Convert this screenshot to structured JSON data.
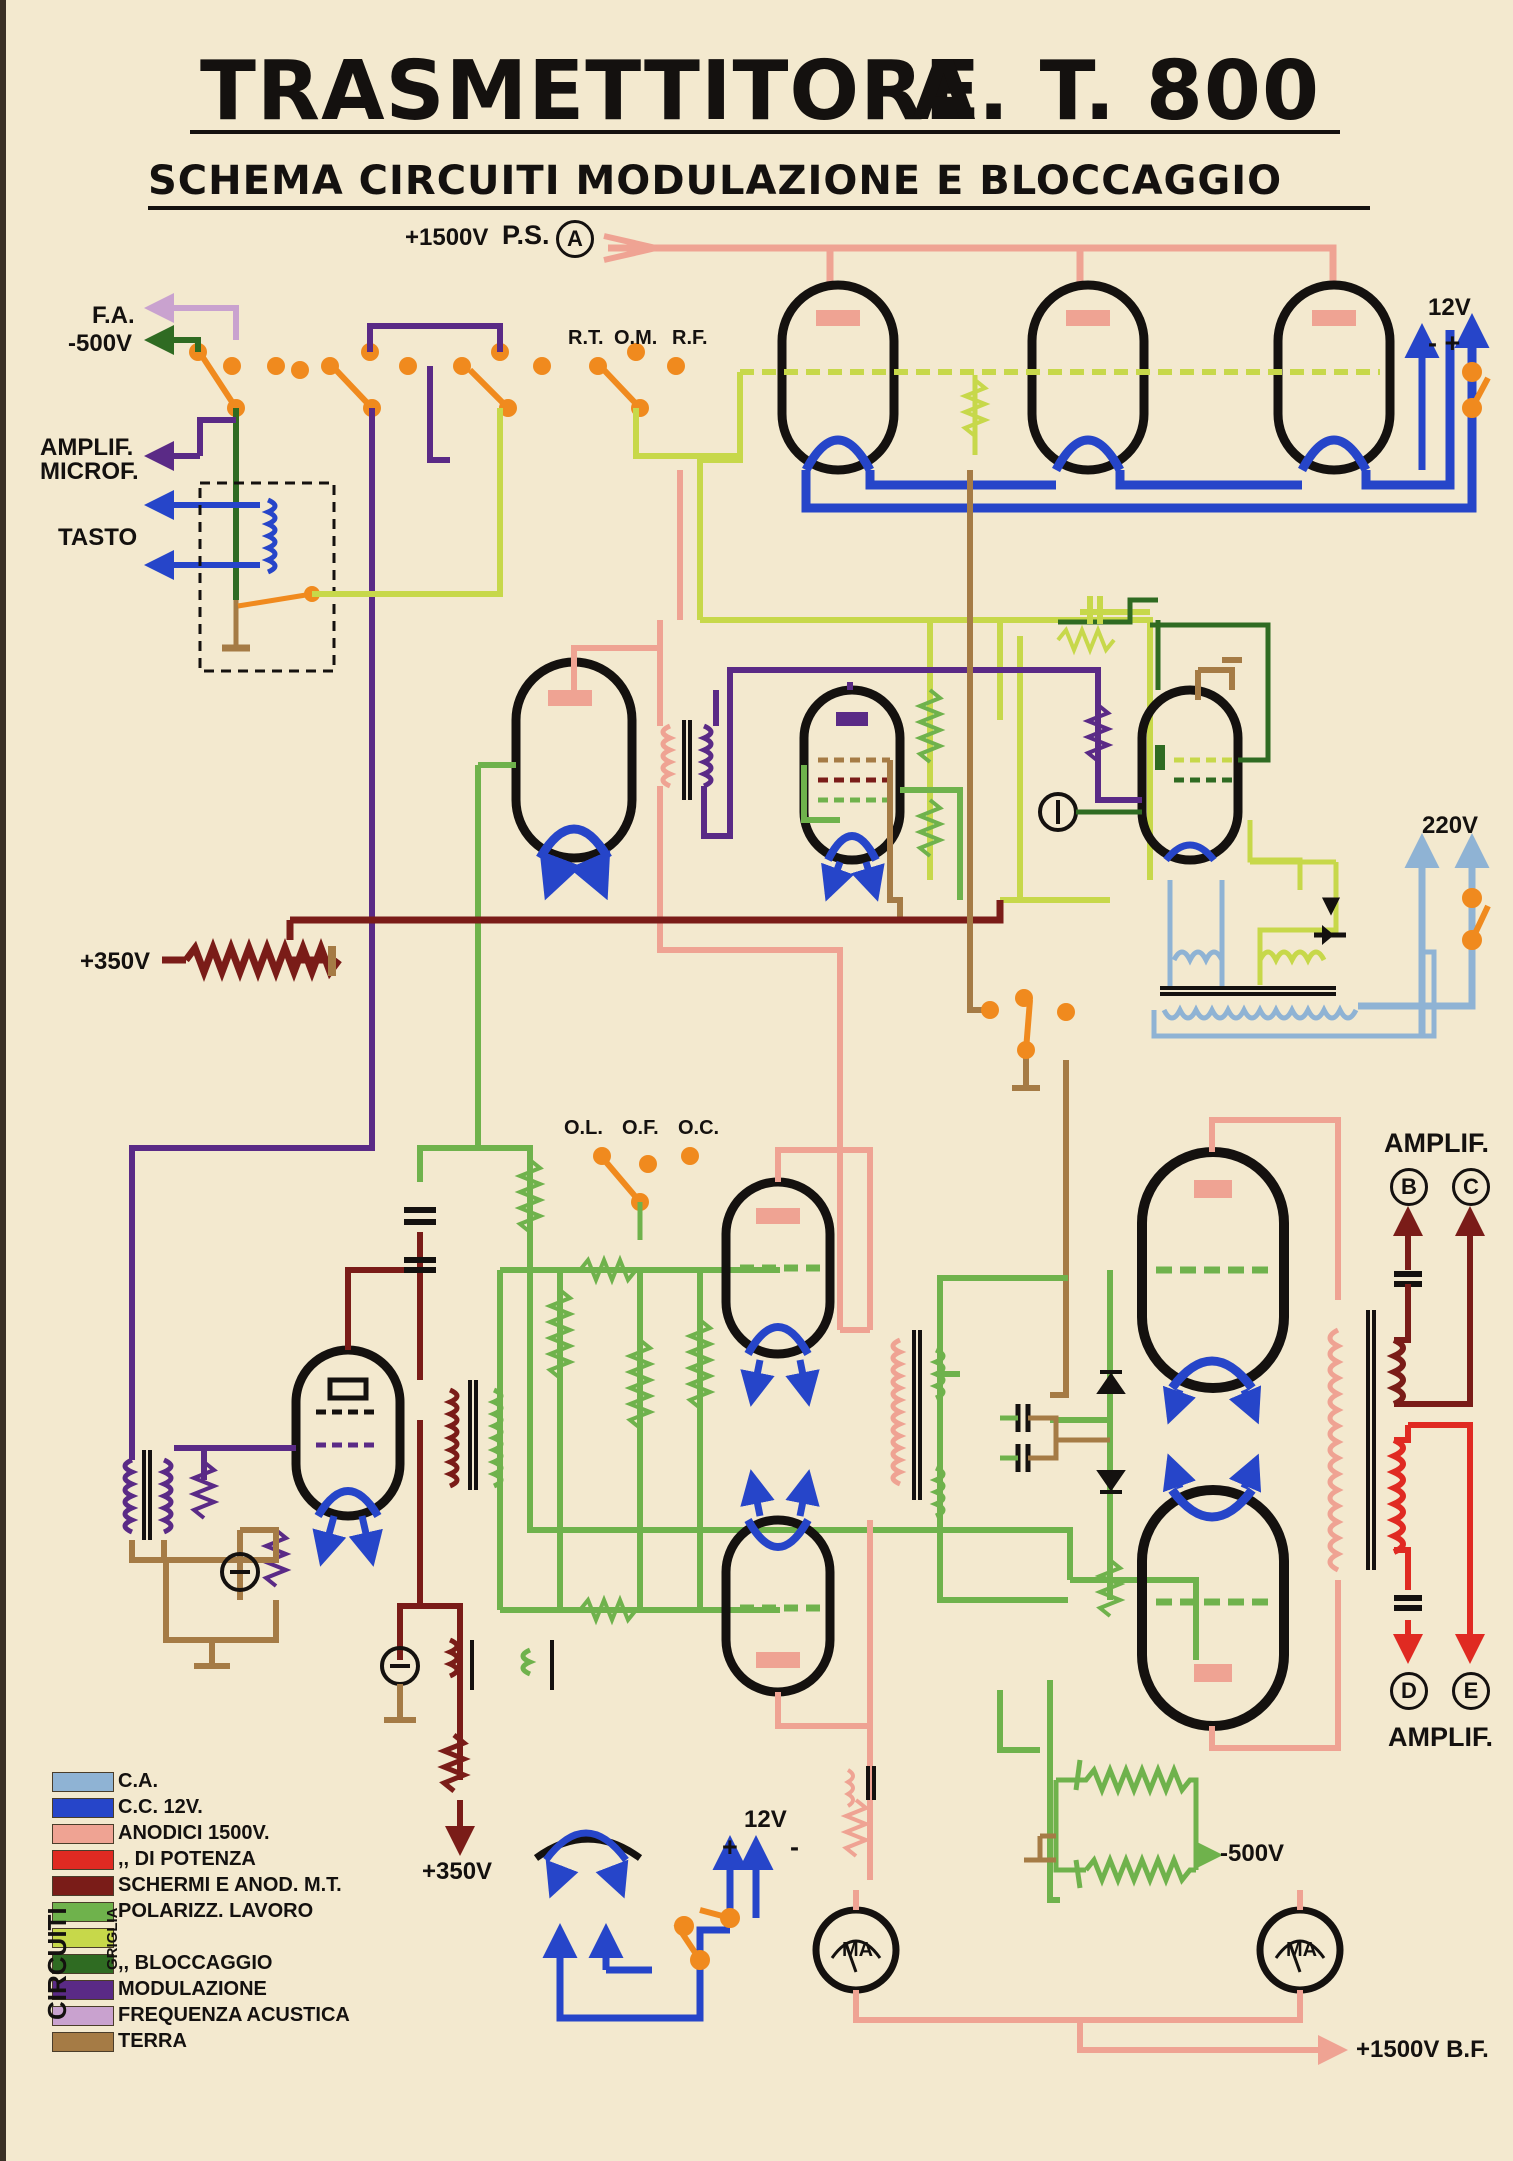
{
  "title": {
    "left": "TRASMETTITORE",
    "right": "A. T. 800"
  },
  "subtitle": "SCHEMA CIRCUITI MODULAZIONE E BLOCCAGGIO",
  "labels": {
    "ps_voltage": "+1500V",
    "ps": "P.S.",
    "ps_node": "A",
    "fa": "F.A.",
    "minus500_top": "-500V",
    "rt": "R.T.",
    "om": "O.M.",
    "rf": "R.F.",
    "amplif_microf_1": "AMPLIF.",
    "amplif_microf_2": "MICROF.",
    "tasto": "TASTO",
    "v12_top": "12V",
    "v12_polarity": "- +",
    "v220": "220V",
    "plus350_left": "+350V",
    "ol": "O.L.",
    "of": "O.F.",
    "oc": "O.C.",
    "amplif_top": "AMPLIF.",
    "node_b": "B",
    "node_c": "C",
    "node_d": "D",
    "node_e": "E",
    "amplif_bottom": "AMPLIF.",
    "plus350_bottom": "+350V",
    "v12_bottom": "12V",
    "plus_sign": "+",
    "minus_sign": "-",
    "minus500_bottom": "-500V",
    "meter_left": "MA",
    "meter_right": "MA",
    "bf": "+1500V B.F."
  },
  "legend": {
    "group_label": "CIRCUITI",
    "griglia_label": "GRIGLIA",
    "items": [
      {
        "label": "C.A.",
        "color": "#8fb3d4"
      },
      {
        "label": "C.C. 12V.",
        "color": "#2645c9"
      },
      {
        "label": "ANODICI 1500V.",
        "color": "#efa393"
      },
      {
        "label": ",,       DI  POTENZA",
        "color": "#e02a22"
      },
      {
        "label": "SCHERMI  E  ANOD. M.T.",
        "color": "#7a1c18"
      },
      {
        "label": "POLARIZZ.  LAVORO",
        "color": "#6fb24c"
      },
      {
        "label": "",
        "color": "#c7d84a"
      },
      {
        "label": ",,          BLOCCAGGIO",
        "color": "#2f6b22"
      },
      {
        "label": "MODULAZIONE",
        "color": "#5a2a86"
      },
      {
        "label": "FREQUENZA  ACUSTICA",
        "color": "#c9a2cf"
      },
      {
        "label": "TERRA",
        "color": "#a57b45"
      }
    ]
  },
  "colors": {
    "ca": "#8fb3d4",
    "cc12": "#2645c9",
    "anodici": "#efa393",
    "potenza": "#e02a22",
    "schermi": "#7a1c18",
    "lavoro": "#6fb24c",
    "bloccaggio": "#c7d84a",
    "bloccaggio_dark": "#2f6b22",
    "modulazione": "#5a2a86",
    "acustica": "#c9a2cf",
    "terra": "#a57b45",
    "switch": "#f08a1e",
    "tube": "#14110f"
  }
}
